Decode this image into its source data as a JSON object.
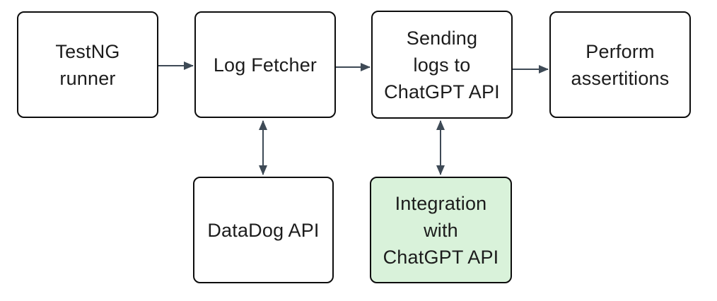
{
  "diagram": {
    "type": "flowchart",
    "nodes": [
      {
        "id": "testng-runner",
        "label": "TestNG\nrunner",
        "highlighted": false
      },
      {
        "id": "log-fetcher",
        "label": "Log Fetcher",
        "highlighted": false
      },
      {
        "id": "sending-logs",
        "label": "Sending\nlogs to\nChatGPT API",
        "highlighted": false
      },
      {
        "id": "perform-assertitions",
        "label": "Perform\nassertitions",
        "highlighted": false
      },
      {
        "id": "datadog-api",
        "label": "DataDog API",
        "highlighted": false
      },
      {
        "id": "integration-chatgpt",
        "label": "Integration\nwith\nChatGPT API",
        "highlighted": true
      }
    ],
    "edges": [
      {
        "from": "testng-runner",
        "to": "log-fetcher",
        "direction": "one-way"
      },
      {
        "from": "log-fetcher",
        "to": "sending-logs",
        "direction": "one-way"
      },
      {
        "from": "sending-logs",
        "to": "perform-assertitions",
        "direction": "one-way"
      },
      {
        "from": "log-fetcher",
        "to": "datadog-api",
        "direction": "two-way"
      },
      {
        "from": "sending-logs",
        "to": "integration-chatgpt",
        "direction": "two-way"
      }
    ],
    "colors": {
      "background": "#ffffff",
      "node_fill": "#ffffff",
      "node_border": "#0d0d0d",
      "highlight_fill": "#d9f2da",
      "arrow": "#3e4a56",
      "text": "#1c1c1c"
    }
  }
}
